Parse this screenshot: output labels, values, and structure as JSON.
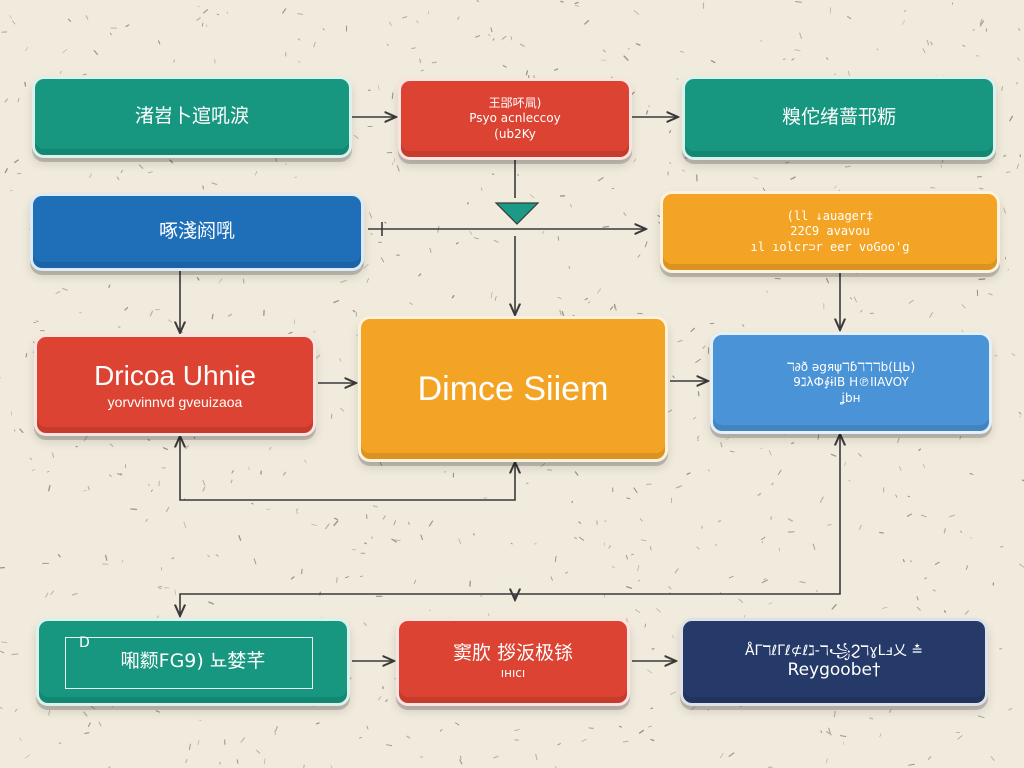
{
  "colors": {
    "background": "#f1ebdd",
    "teal": "#17977f",
    "red": "#dc4332",
    "blue": "#1f6fb8",
    "orange": "#f4a424",
    "light_blue": "#4a93d6",
    "navy": "#253a68",
    "arrow": "#3a3a3a",
    "triangle": "#1d9a86"
  },
  "nodes": [
    {
      "id": "n-top-left",
      "color": "teal",
      "lines": [
        "渚岧卜逭吼淚"
      ]
    },
    {
      "id": "n-top-mid",
      "color": "red",
      "lines": [
        "王郘吥凬)",
        "Psyo acnleccoy",
        "(ub2Ky"
      ]
    },
    {
      "id": "n-top-right",
      "color": "teal",
      "lines": [
        "糗佗绪蔷邗粝"
      ]
    },
    {
      "id": "n-left1",
      "color": "blue",
      "lines": [
        "啄淺阏啂"
      ]
    },
    {
      "id": "n-right1",
      "color": "orange",
      "lines": [
        "(ll ↓auager‡",
        "22C9 avavou",
        "ıl ıolcr⊃r eer voGoo'g"
      ]
    },
    {
      "id": "n-left2",
      "color": "red",
      "lines": [
        "Dricoa Uhnie",
        "yorvvinnvd gveuizaoa"
      ]
    },
    {
      "id": "n-center",
      "color": "orange",
      "lines": [
        "Dimce Siiem"
      ]
    },
    {
      "id": "n-right2",
      "color": "light_blue",
      "lines": [
        "ℸ∂ð ǝgяψℸɓℸℸℸb(ЦЬ)",
        "9ℷλФ∮ɨIB H℗IIAVOY",
        "ʝbʜ"
      ]
    },
    {
      "id": "n-bottom-left",
      "color": "teal",
      "frame_mark": "D",
      "lines": [
        "啝颣FG9) 뇨婪芊"
      ]
    },
    {
      "id": "n-bottom-mid",
      "color": "red",
      "lines": [
        "窦肷 拶汳极铩",
        "ıʜıcı"
      ]
    },
    {
      "id": "n-bottom-right",
      "color": "navy",
      "lines": [
        "ÅΓℸℓΓℓ⊄ℓℷ‐ℸ꧁ϨℸɣLⅎ乂 ≛",
        "Reygoobe†"
      ]
    }
  ]
}
